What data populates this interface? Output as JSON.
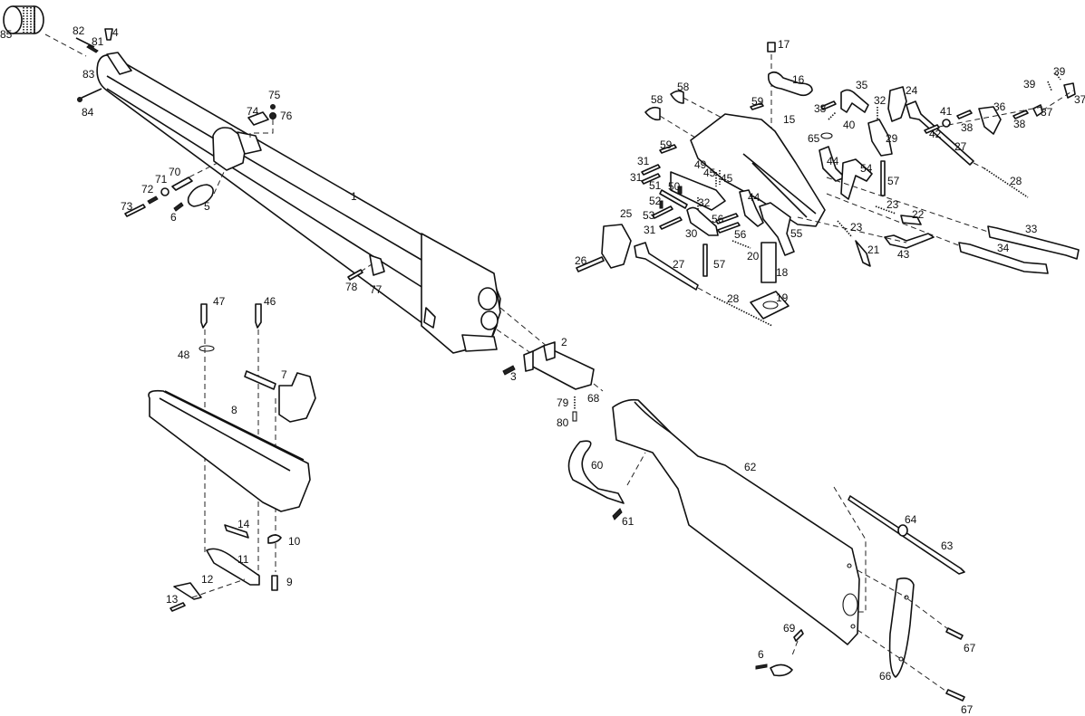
{
  "diagram": {
    "type": "exploded-parts-view",
    "subject": "rifle",
    "colors": {
      "line": "#111111",
      "background": "#ffffff"
    },
    "labels": {
      "p1": "1",
      "p2": "2",
      "p3": "3",
      "p4": "4",
      "p5": "5",
      "p6a": "6",
      "p6b": "6",
      "p7": "7",
      "p8": "8",
      "p9": "9",
      "p10": "10",
      "p11": "11",
      "p12": "12",
      "p13": "13",
      "p14": "14",
      "p15": "15",
      "p16": "16",
      "p17": "17",
      "p18": "18",
      "p19": "19",
      "p20": "20",
      "p21": "21",
      "p22": "22",
      "p23a": "23",
      "p23b": "23",
      "p24": "24",
      "p25": "25",
      "p26": "26",
      "p27a": "27",
      "p27b": "27",
      "p28a": "28",
      "p28b": "28",
      "p29": "29",
      "p30": "30",
      "p31a": "31",
      "p31b": "31",
      "p31c": "31",
      "p32a": "32",
      "p32b": "32",
      "p33": "33",
      "p34": "34",
      "p35": "35",
      "p36": "36",
      "p37a": "37",
      "p37b": "37",
      "p38a": "38",
      "p38b": "38",
      "p38c": "38",
      "p39a": "39",
      "p39b": "39",
      "p40": "40",
      "p41": "41",
      "p42": "42",
      "p43": "43",
      "p44a": "44",
      "p44b": "44",
      "p45a": "45",
      "p45b": "45",
      "p46": "46",
      "p47": "47",
      "p48": "48",
      "p49": "49",
      "p50": "50",
      "p51": "51",
      "p52": "52",
      "p53": "53",
      "p54": "54",
      "p55": "55",
      "p56a": "56",
      "p56b": "56",
      "p57a": "57",
      "p57b": "57",
      "p58a": "58",
      "p58b": "58",
      "p59a": "59",
      "p59b": "59",
      "p60": "60",
      "p61": "61",
      "p62": "62",
      "p63": "63",
      "p64": "64",
      "p65": "65",
      "p66": "66",
      "p67a": "67",
      "p67b": "67",
      "p68": "68",
      "p69": "69",
      "p70": "70",
      "p71": "71",
      "p72": "72",
      "p73": "73",
      "p74": "74",
      "p75": "75",
      "p76": "76",
      "p77": "77",
      "p78": "78",
      "p79": "79",
      "p80": "80",
      "p81": "81",
      "p82": "82",
      "p83": "83",
      "p84": "84",
      "p85": "85"
    }
  }
}
